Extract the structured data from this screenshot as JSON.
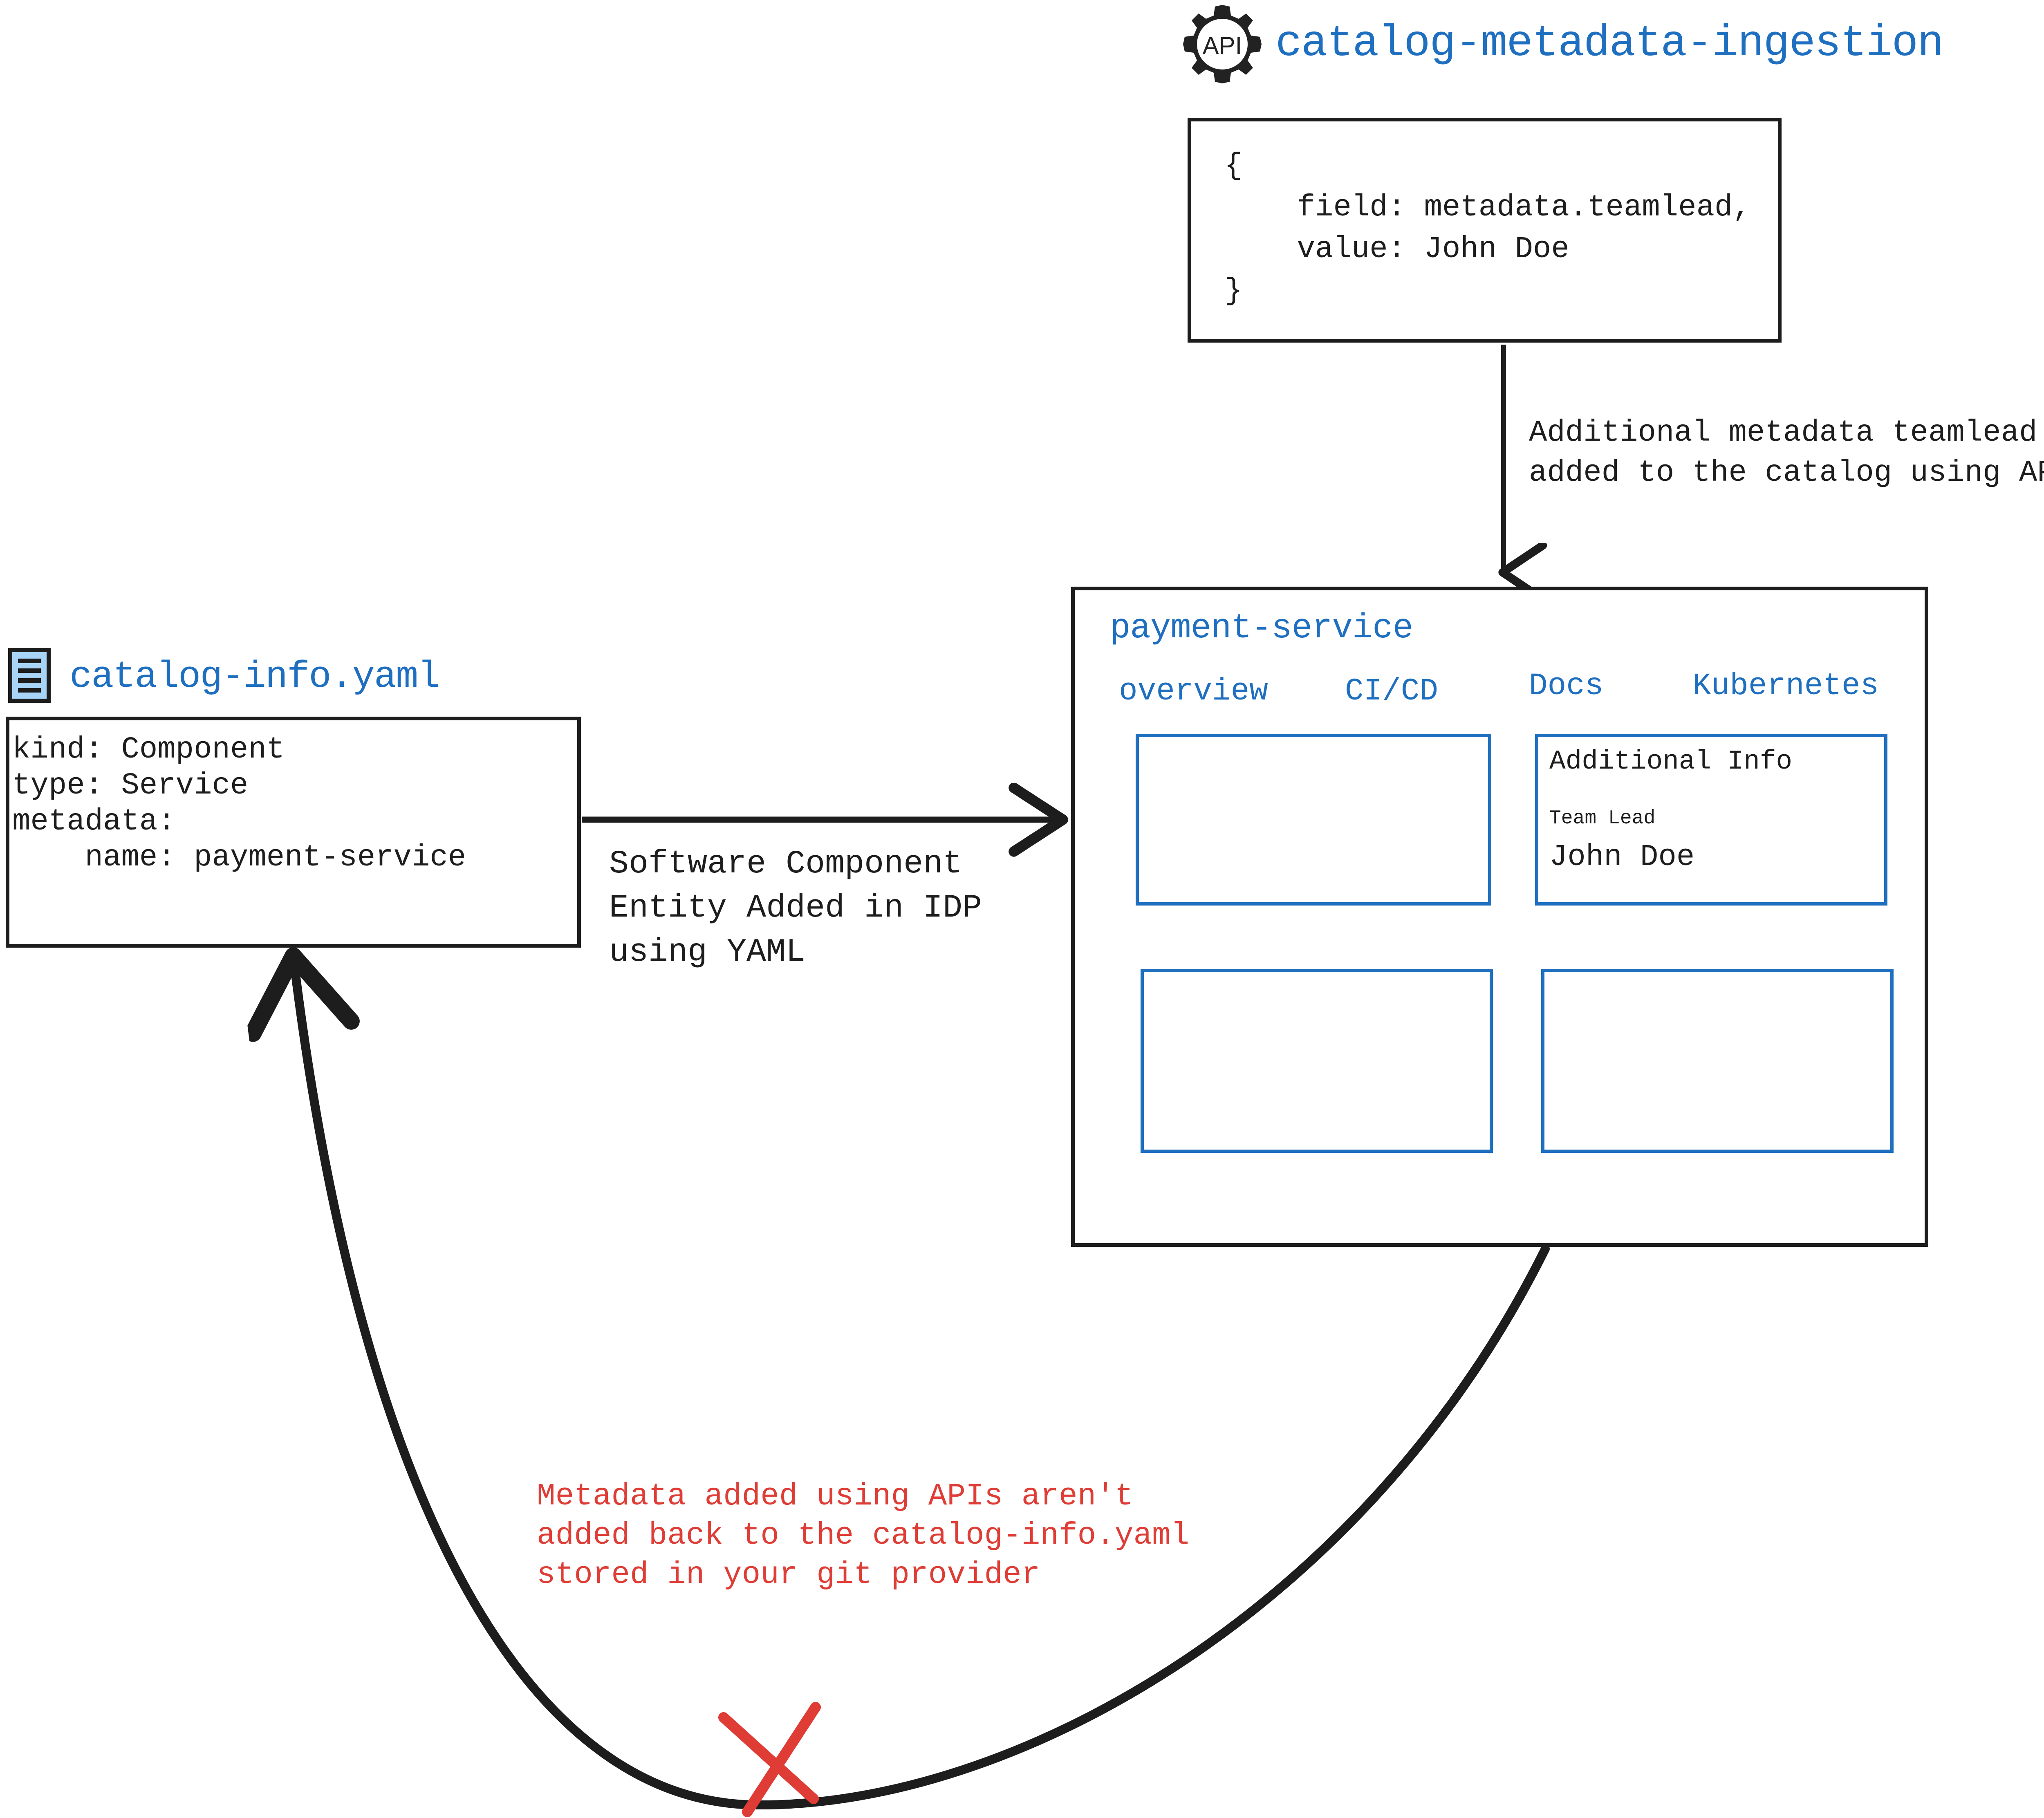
{
  "colors": {
    "accent_blue": "#1f6fc0",
    "ink": "#1d1d1d",
    "warning_red": "#de3c35",
    "yaml_icon_fill": "#a8d4f7"
  },
  "api_source": {
    "icon": "api-gear-icon",
    "icon_text": "API",
    "title": "catalog-metadata-ingestion",
    "code": "{\n    field: metadata.teamlead,\n    value: John Doe\n}"
  },
  "api_flow": {
    "label": "Additional metadata teamlead\nadded to the catalog using APIs"
  },
  "yaml_source": {
    "icon": "yaml-file-icon",
    "title": "catalog-info.yaml",
    "code": "kind: Component\ntype: Service\nmetadata:\n    name: payment-service"
  },
  "yaml_flow": {
    "label": "Software Component\nEntity Added in IDP\nusing YAML"
  },
  "idp_panel": {
    "title": "payment-service",
    "tabs": [
      {
        "label": "overview"
      },
      {
        "label": "CI/CD"
      },
      {
        "label": "Docs"
      },
      {
        "label": "Kubernetes"
      }
    ],
    "cards": {
      "top_left": {
        "content": ""
      },
      "top_right": {
        "heading": "Additional Info",
        "field_label": "Team Lead",
        "field_value": "John Doe"
      },
      "bottom_left": {
        "content": ""
      },
      "bottom_right": {
        "content": ""
      }
    }
  },
  "warning": {
    "text": "Metadata added using APIs aren't\nadded back to the catalog-info.yaml\nstored in your git provider",
    "marker": "red-cross-icon"
  }
}
